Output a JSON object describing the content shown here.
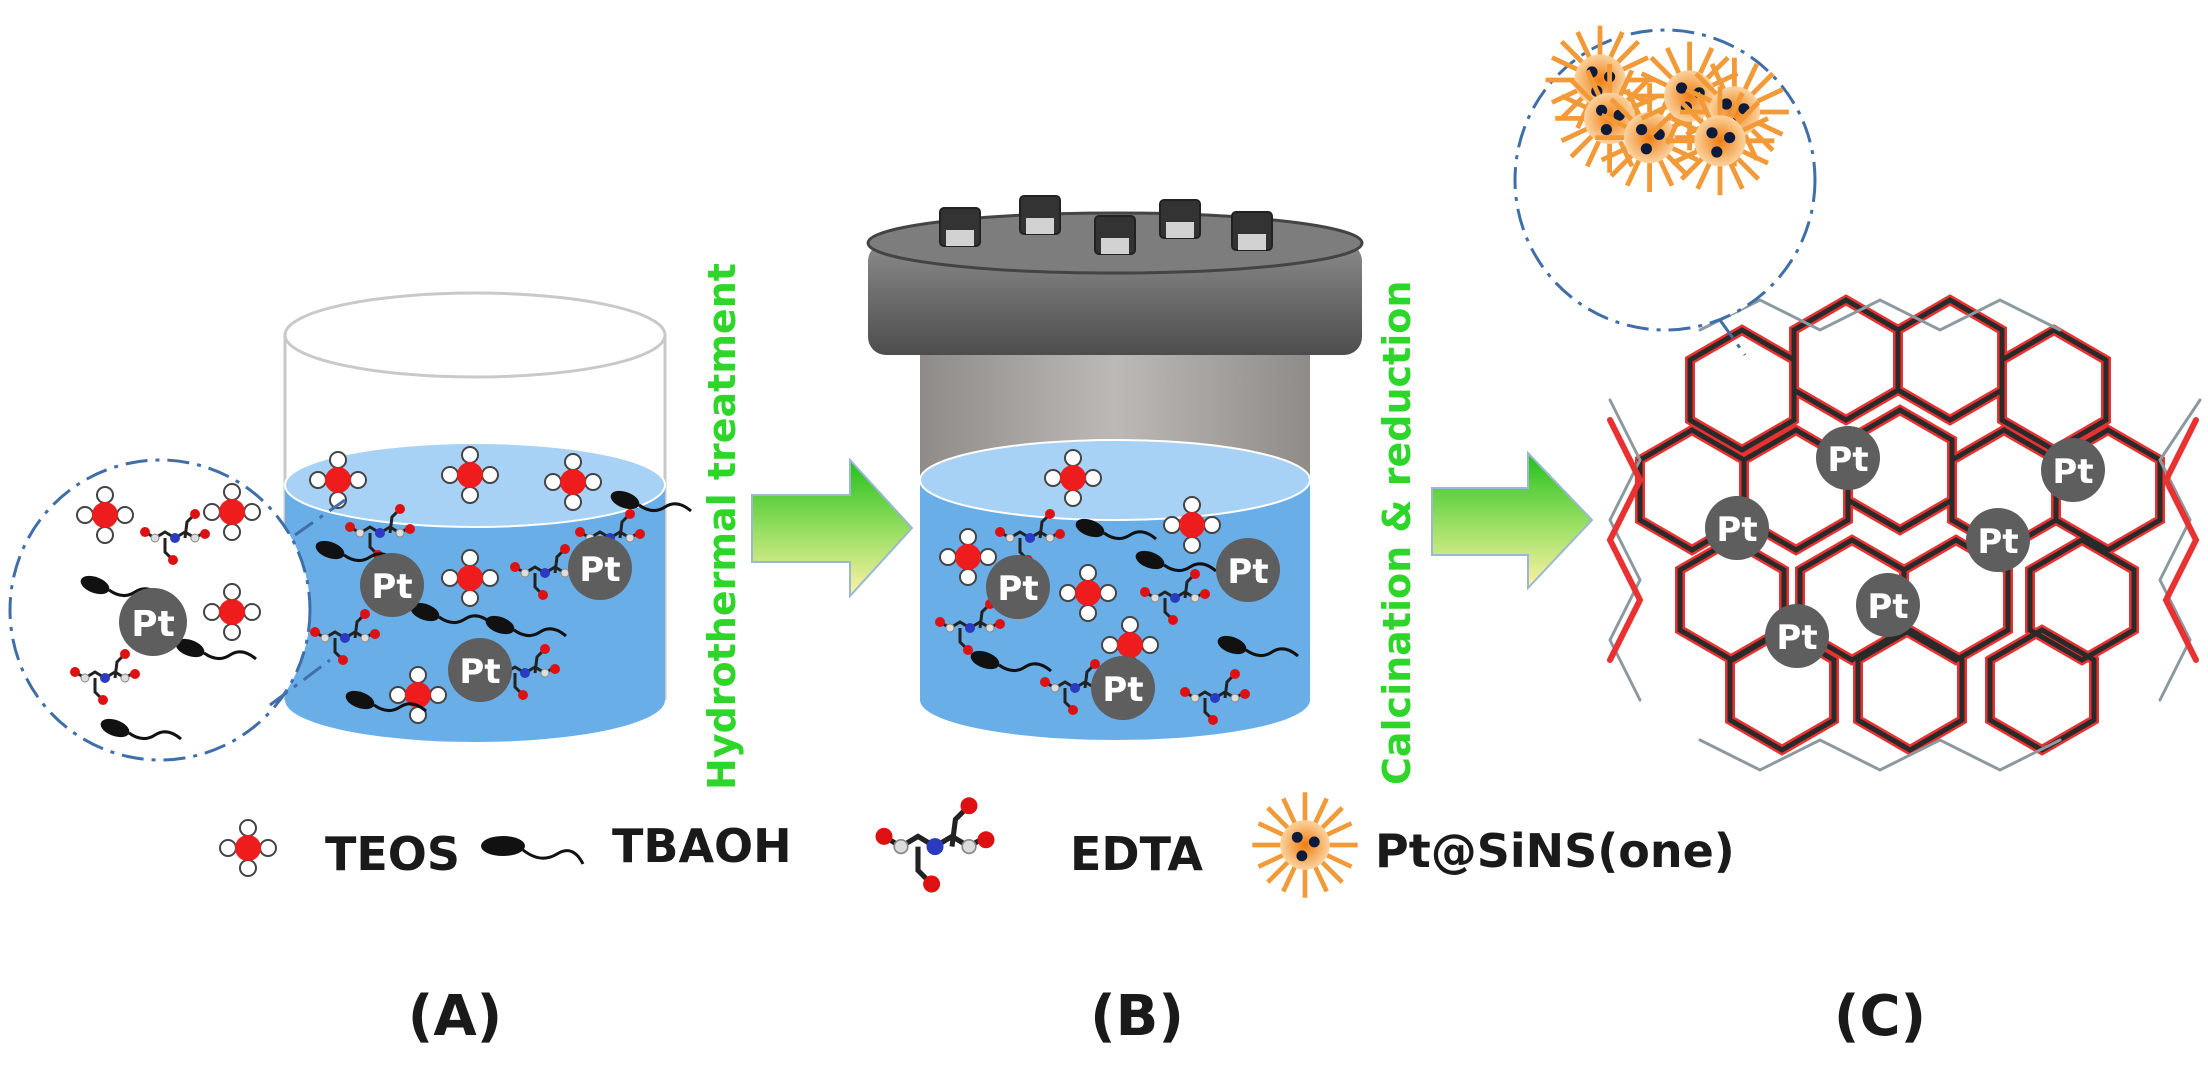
{
  "steps": {
    "hydrothermal": "Hydrothermal treatment",
    "calcination": "Calcination & reduction"
  },
  "pt_label": "Pt",
  "legend": {
    "teos": "TEOS",
    "tbaoh": "TBAOH",
    "edta": "EDTA",
    "product": "Pt@SiNS(one)"
  },
  "panels": {
    "a": "(A)",
    "b": "(B)",
    "c": "(C)"
  },
  "colors": {
    "liquid": "#6aaee8",
    "step_text": "#2ed62a",
    "arrow_green": "#22c01c",
    "arrow_yellow": "#fff2a6",
    "pt_circle": "#5e5e5e",
    "teos_center": "#ee1c1c",
    "lid": "#6b6b6b",
    "vessel": "#a9a5a2",
    "framework_red": "#e83232",
    "framework_gray": "#8c9aa0",
    "nanosheet": "#f29a38",
    "dashed_circle": "#3f6ea8"
  }
}
